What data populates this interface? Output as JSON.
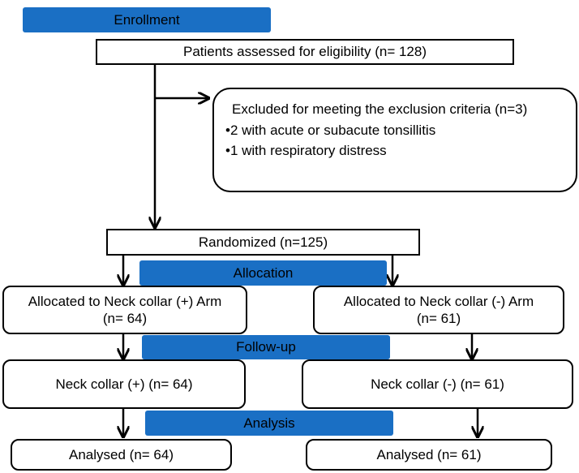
{
  "stages": {
    "enrollment": "Enrollment",
    "allocation": "Allocation",
    "followup": "Follow-up",
    "analysis": "Analysis"
  },
  "assessed": "Patients assessed for eligibility (n= 128)",
  "excluded": {
    "title": "Excluded for meeting the exclusion criteria (n=3)",
    "items": [
      "•2 with acute or subacute tonsillitis",
      "•1 with respiratory distress"
    ]
  },
  "randomized": "Randomized (n=125)",
  "left_arm": {
    "allocated_line1": "Allocated to  Neck collar (+) Arm",
    "allocated_line2": "(n= 64)",
    "followup": "Neck collar (+) (n= 64)",
    "analysed": "Analysed (n= 64)"
  },
  "right_arm": {
    "allocated_line1": "Allocated to Neck collar (-) Arm",
    "allocated_line2": "(n= 61)",
    "followup": "Neck collar (-)  (n= 61)",
    "analysed": "Analysed (n= 61)"
  },
  "colors": {
    "stage_bar": "#1a6fc4",
    "line": "#000000"
  }
}
